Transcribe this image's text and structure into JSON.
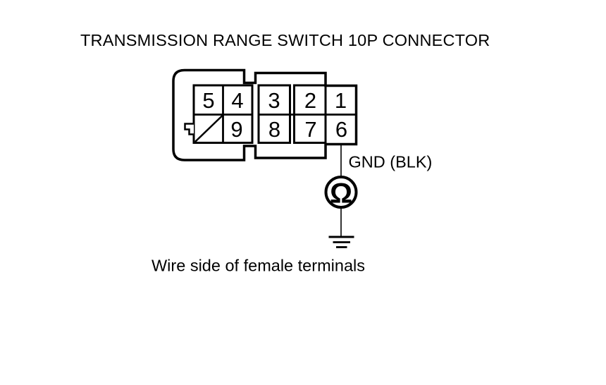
{
  "title": "TRANSMISSION RANGE SWITCH 10P CONNECTOR",
  "caption": "Wire side of female terminals",
  "connector": {
    "pins": [
      "5",
      "4",
      "3",
      "2",
      "1",
      "9",
      "8",
      "7",
      "6"
    ],
    "blocked_cell": "diagonal (no terminal) below pin 5"
  },
  "measurement": {
    "wire_label": "GND (BLK)",
    "meter_symbol": "Ω"
  },
  "colors": {
    "line": "#000000",
    "background": "#ffffff"
  }
}
